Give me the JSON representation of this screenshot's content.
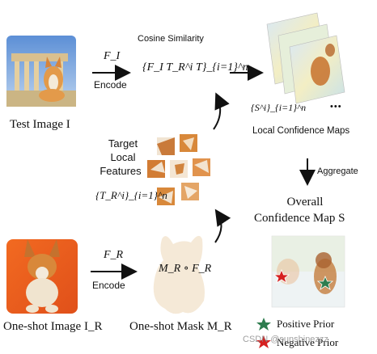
{
  "test_image": {
    "caption": "Test Image I"
  },
  "oneshot_image": {
    "caption": "One-shot Image I_R"
  },
  "oneshot_mask": {
    "caption": "One-shot Mask M_R",
    "formula": "M_R ∘ F_R"
  },
  "encode_top": {
    "feature": "F_I",
    "label": "Encode"
  },
  "encode_bottom": {
    "feature": "F_R",
    "label": "Encode"
  },
  "cosine": {
    "title": "Cosine Similarity",
    "formula": "{F_I T_R^i T}_{i=1}^n"
  },
  "target_features": {
    "line1": "Target",
    "line2": "Local",
    "line3": "Features",
    "formula": "{T_R^i}_{i=1}^n"
  },
  "local_maps": {
    "formula": "{S^i}_{i=1}^n",
    "ellipsis": "•••",
    "label": "Local Confidence Maps"
  },
  "aggregate": {
    "label": "Aggregate"
  },
  "overall": {
    "line1": "Overall",
    "line2": "Confidence Map S"
  },
  "legend": {
    "positive": "Positive Prior",
    "negative": "Negative Prior",
    "positive_color": "#2e7d4f",
    "negative_color": "#d62020"
  },
  "watermark": "CSDN @sunshinezzz"
}
